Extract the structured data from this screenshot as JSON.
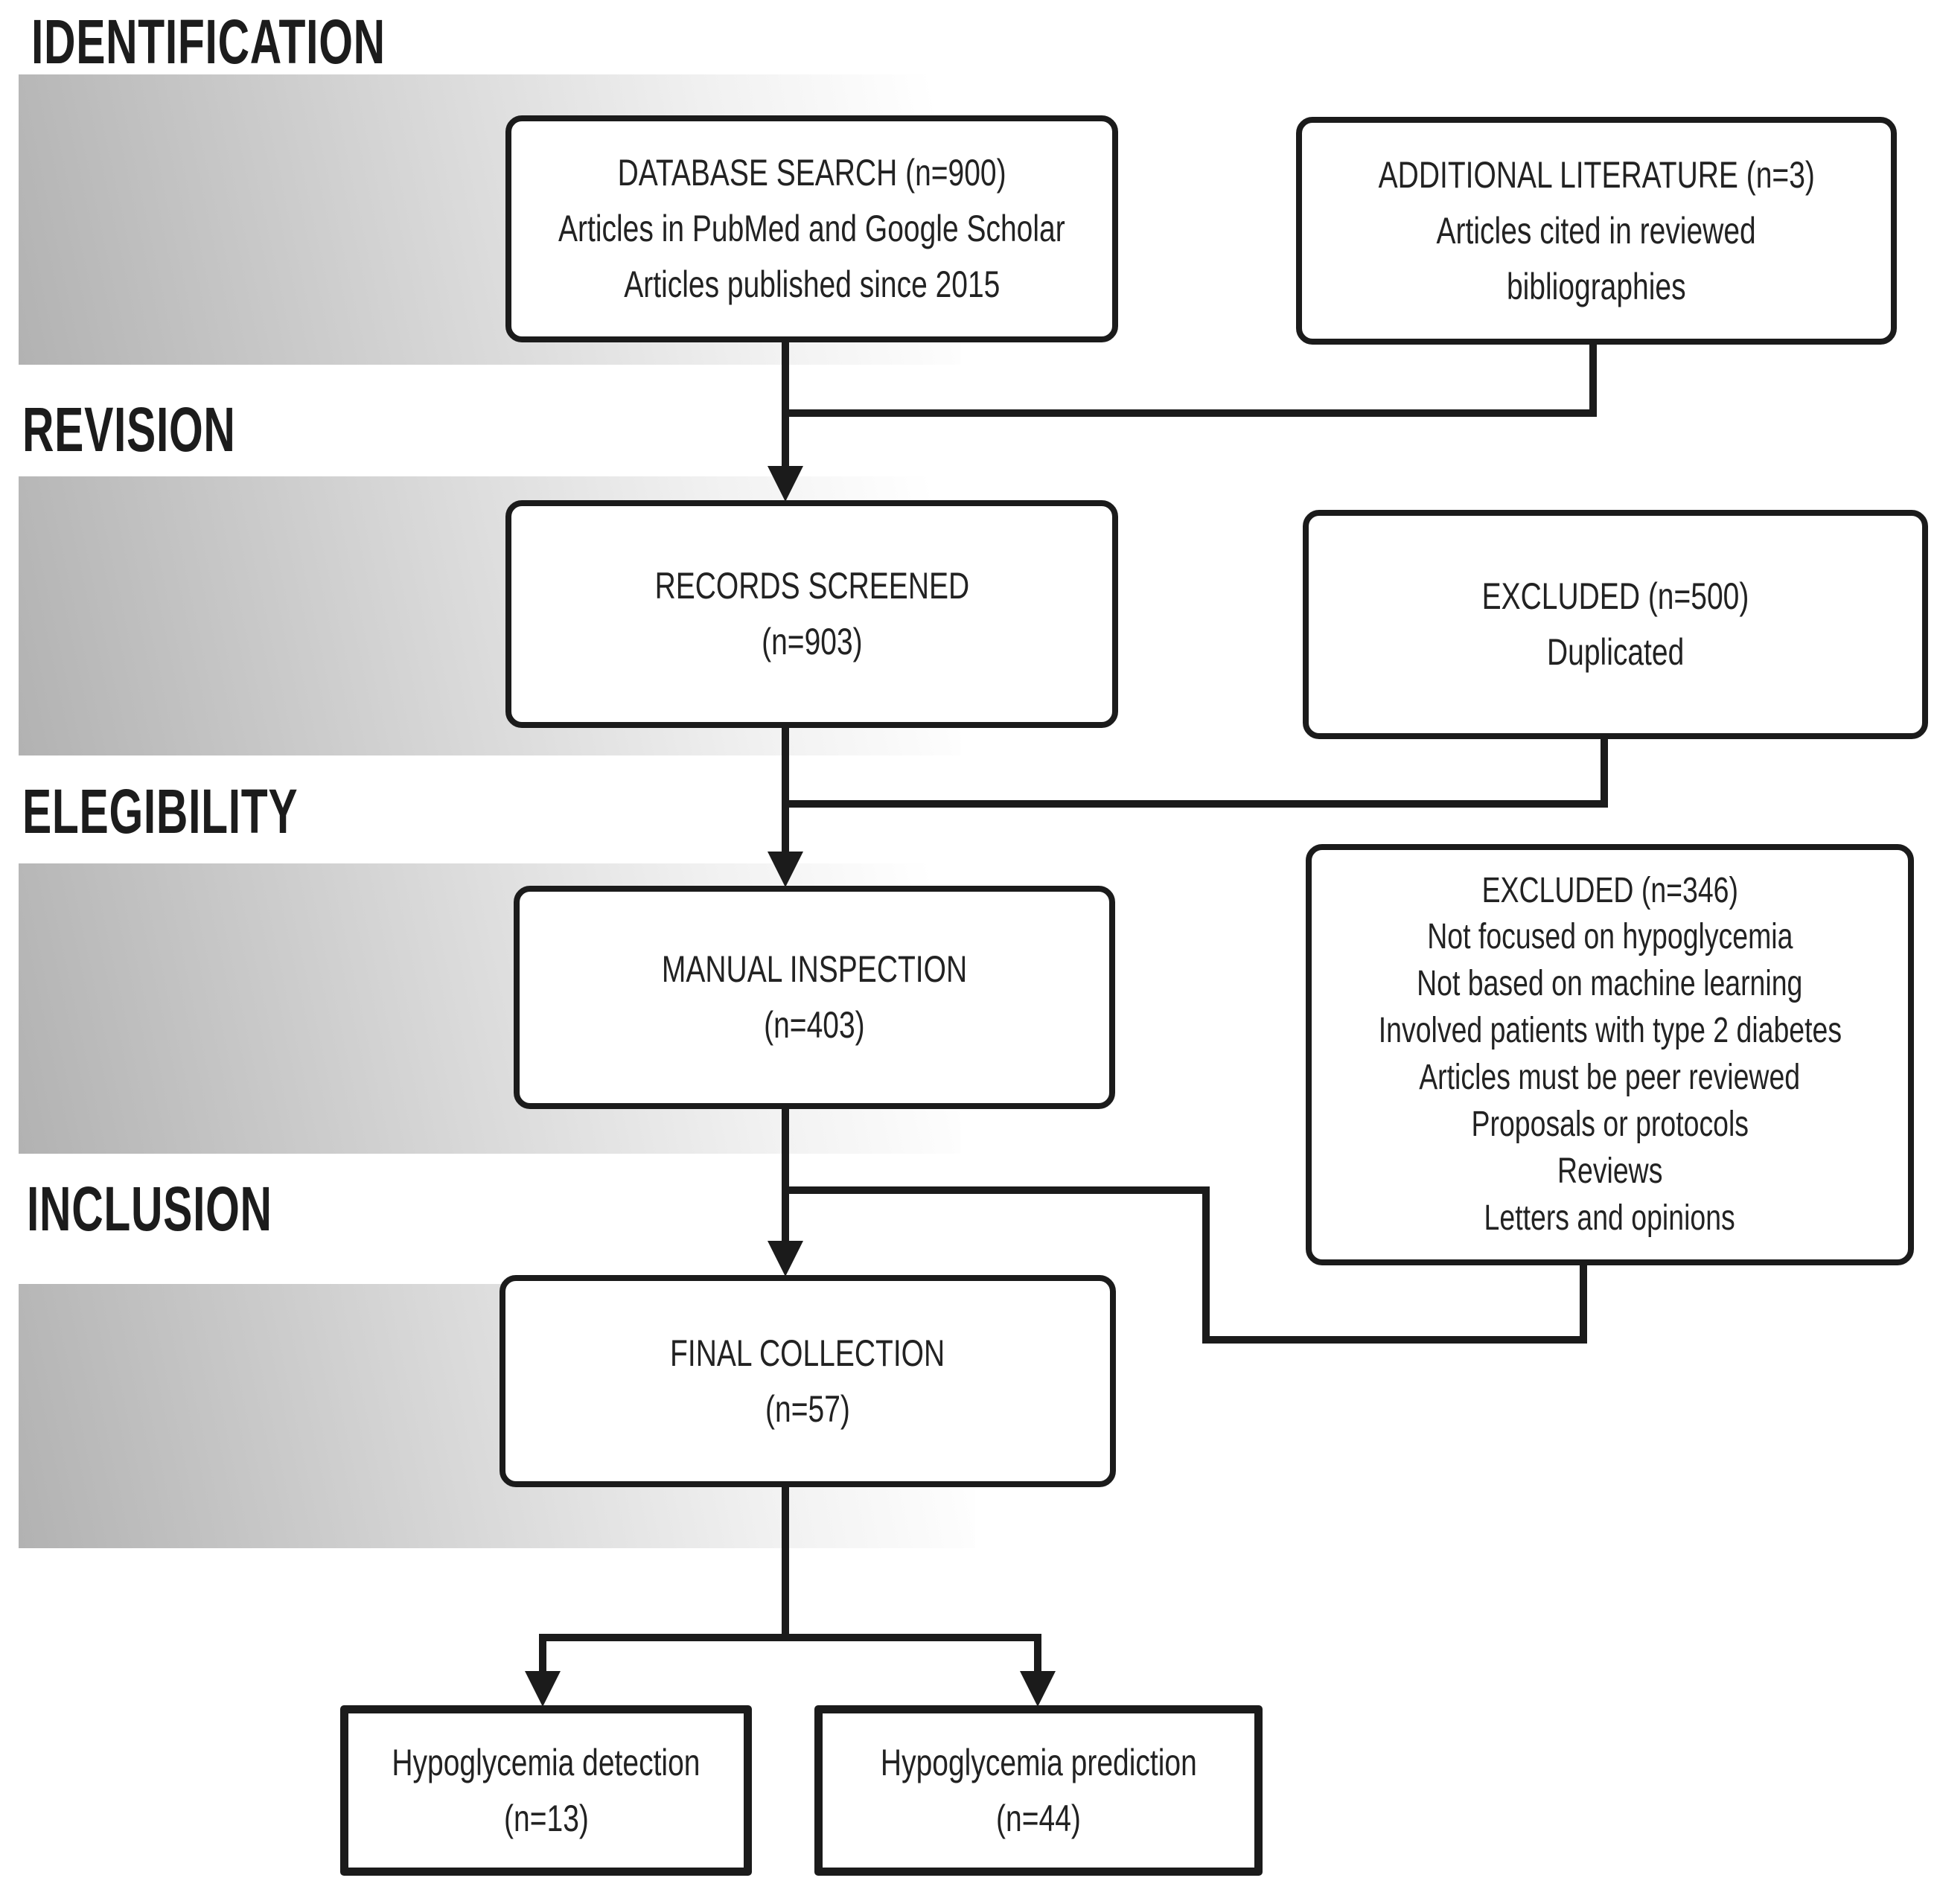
{
  "title": "PRISMA-style literature selection flow diagram",
  "colors": {
    "line": "#1b1b1b",
    "box_border": "#1b1b1b",
    "text": "#222222",
    "band_dark": "#b2b2b2",
    "band_light": "#ffffff",
    "background": "#ffffff"
  },
  "phases": [
    {
      "label": "IDENTIFICATION"
    },
    {
      "label": "REVISION"
    },
    {
      "label": "ELEGIBILITY"
    },
    {
      "label": "INCLUSION"
    }
  ],
  "boxes": {
    "database_search": {
      "lines": [
        "DATABASE SEARCH (n=900)",
        "Articles in PubMed and Google Scholar",
        "Articles published since 2015"
      ]
    },
    "additional_literature": {
      "lines": [
        "ADDITIONAL LITERATURE (n=3)",
        "Articles cited in reviewed",
        "bibliographies"
      ]
    },
    "records_screened": {
      "lines": [
        "RECORDS SCREENED",
        "(n=903)"
      ]
    },
    "excluded_duplicated": {
      "lines": [
        "EXCLUDED (n=500)",
        "Duplicated"
      ]
    },
    "manual_inspection": {
      "lines": [
        "MANUAL INSPECTION",
        "(n=403)"
      ]
    },
    "excluded_criteria": {
      "lines": [
        "EXCLUDED (n=346)",
        "Not focused on hypoglycemia",
        "Not based on machine learning",
        "Involved patients with type 2 diabetes",
        "Articles must be peer reviewed",
        "Proposals or protocols",
        "Reviews",
        "Letters and opinions"
      ]
    },
    "final_collection": {
      "lines": [
        "FINAL COLLECTION",
        "(n=57)"
      ]
    },
    "hypoglycemia_detection": {
      "lines": [
        "Hypoglycemia detection",
        "(n=13)"
      ]
    },
    "hypoglycemia_prediction": {
      "lines": [
        "Hypoglycemia prediction",
        "(n=44)"
      ]
    }
  }
}
